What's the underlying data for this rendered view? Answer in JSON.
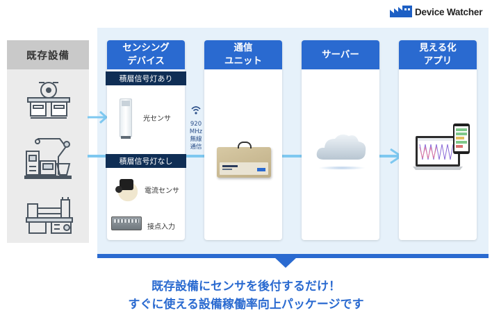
{
  "brand": {
    "name": "Device Watcher",
    "logo_icon": "factory-icon",
    "color": "#2a6ad0"
  },
  "columns": {
    "existing": {
      "title": "既存設備"
    },
    "sensing": {
      "title": "センシング\nデバイス"
    },
    "comm": {
      "title": "通信\nユニット"
    },
    "server": {
      "title": "サーバー"
    },
    "visual": {
      "title": "見える化\nアプリ"
    }
  },
  "sensing": {
    "with_light_label": "積層信号灯あり",
    "without_light_label": "積層信号灯なし",
    "light_sensor": "光センサ",
    "current_sensor": "電流センサ",
    "contact_input": "接点入力"
  },
  "wireless": {
    "text": "920\nMHz\n無線\n通信",
    "icon": "wifi-icon"
  },
  "machines": [
    "saw-machine-icon",
    "robot-arm-machine-icon",
    "lathe-machine-icon"
  ],
  "tagline": {
    "line1": "既存設備にセンサを後付するだけ！",
    "line2": "すぐに使える設備稼働率向上パッケージです"
  },
  "colors": {
    "header_blue": "#2a6ad0",
    "navy": "#0f2e55",
    "light_bg": "#e6f1fa",
    "grey_bg": "#ebebeb",
    "arrow": "#7ec8f0"
  }
}
